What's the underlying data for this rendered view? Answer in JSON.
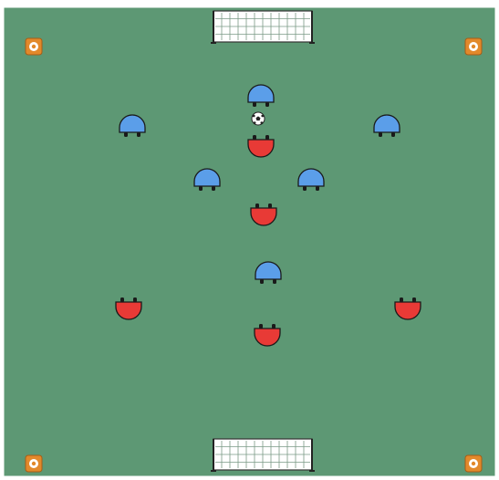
{
  "pitch": {
    "surface_color": "#5d9874",
    "border_color": "#ffffff"
  },
  "colors": {
    "team_blue": "#5b9ee9",
    "team_red": "#e83a36",
    "outline": "#1a1a1a",
    "cone_outer": "#e2892b",
    "cone_inner": "#ffffff",
    "net": "#ffffff"
  },
  "goals": [
    {
      "id": "top",
      "icon": "goal-net-icon"
    },
    {
      "id": "bottom",
      "icon": "goal-net-icon"
    }
  ],
  "cones": [
    {
      "id": "top-left",
      "icon": "cone-icon"
    },
    {
      "id": "top-right",
      "icon": "cone-icon"
    },
    {
      "id": "bottom-left",
      "icon": "cone-icon"
    },
    {
      "id": "bottom-right",
      "icon": "cone-icon"
    }
  ],
  "ball": {
    "icon": "soccer-ball-icon"
  },
  "players": {
    "blue": [
      {
        "id": "blue-1",
        "role": "facing-down"
      },
      {
        "id": "blue-2",
        "role": "facing-down"
      },
      {
        "id": "blue-3",
        "role": "facing-down"
      },
      {
        "id": "blue-4",
        "role": "facing-down"
      },
      {
        "id": "blue-5",
        "role": "facing-down"
      },
      {
        "id": "blue-6",
        "role": "facing-down"
      }
    ],
    "red": [
      {
        "id": "red-1",
        "role": "facing-up"
      },
      {
        "id": "red-2",
        "role": "facing-up"
      },
      {
        "id": "red-3",
        "role": "facing-up"
      },
      {
        "id": "red-4",
        "role": "facing-up"
      },
      {
        "id": "red-5",
        "role": "facing-up"
      }
    ]
  }
}
